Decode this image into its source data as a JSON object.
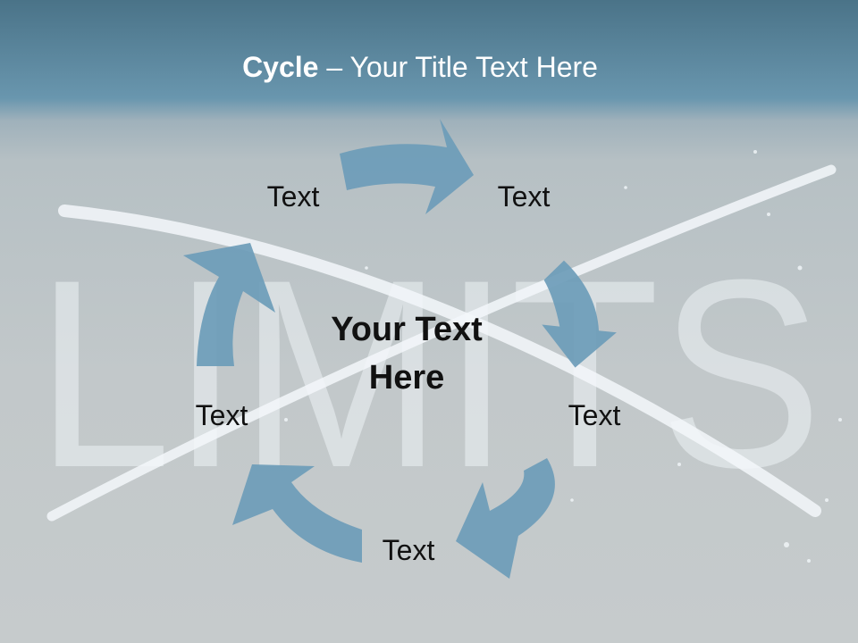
{
  "slide": {
    "title_bold": "Cycle",
    "title_rest": " – Your Title Text Here",
    "center_text": "Your Text Here",
    "labels": {
      "top_left": "Text",
      "top_right": "Text",
      "middle_right": "Text",
      "bottom": "Text",
      "middle_left": "Text"
    },
    "background_word": "LIMITS"
  },
  "colors": {
    "header_blue": "#5f8ea8",
    "arrow_blue": "#6c9cb8",
    "chalk_white": "#f3f7fa",
    "text_dark": "#111111",
    "title_white": "#ffffff"
  }
}
